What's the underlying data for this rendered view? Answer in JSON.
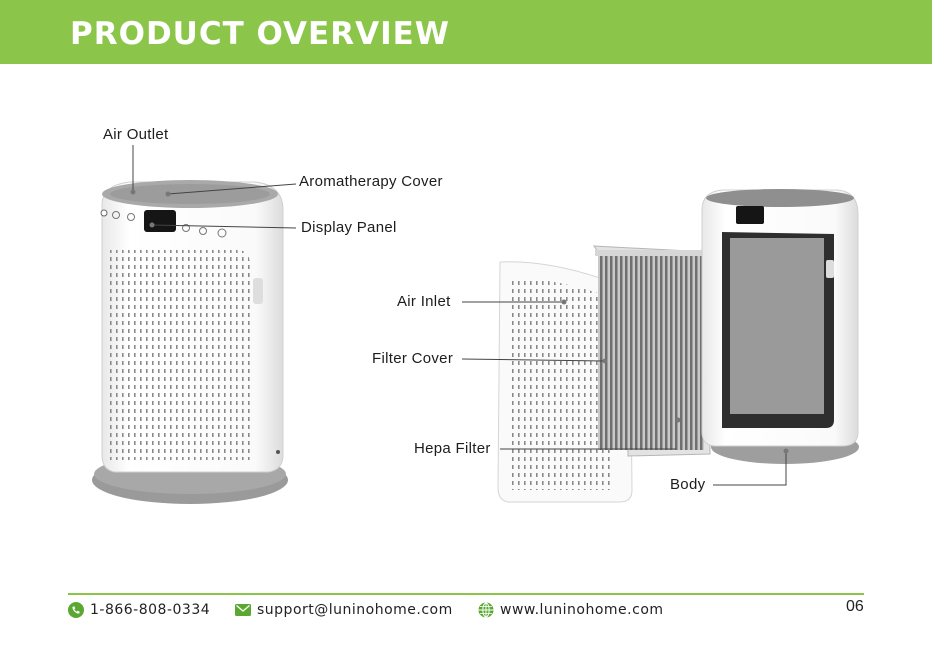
{
  "header": {
    "title": "PRODUCT OVERVIEW"
  },
  "labels": {
    "air_outlet": "Air Outlet",
    "aromatherapy_cover": "Aromatherapy Cover",
    "display_panel": "Display Panel",
    "air_inlet": "Air Inlet",
    "filter_cover": "Filter Cover",
    "hepa_filter": "Hepa Filter",
    "body": "Body"
  },
  "footer": {
    "phone": "1-866-808-0334",
    "email": "support@luninohome.com",
    "website": "www.luninohome.com",
    "page_number": "06"
  },
  "colors": {
    "header_green": "#8bc64a",
    "icon_green": "#5aa832"
  },
  "icons": [
    "phone-icon",
    "mail-icon",
    "globe-icon"
  ]
}
